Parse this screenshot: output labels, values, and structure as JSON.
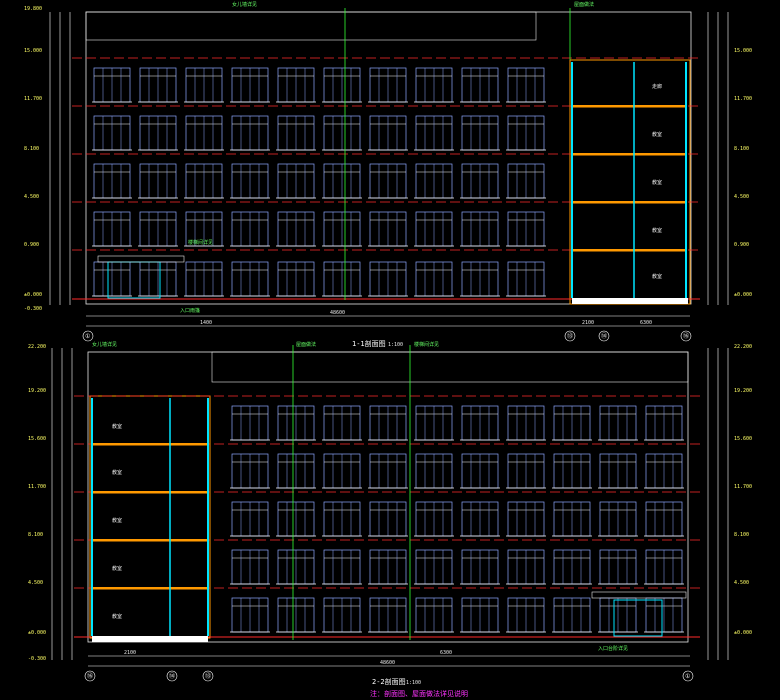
{
  "colors": {
    "background": "#000000",
    "outline": "#e8e8e8",
    "window": "#8fa8ff",
    "window_bar": "#ffffff",
    "floor_line": "#ff2a2a",
    "dimension": "#ffffff",
    "level_text": "#ffff66",
    "leader": "#33ff33",
    "column": "#00e5ff",
    "slab_section": "#ff9900",
    "beam": "#ff55ff",
    "note": "#ff33ff"
  },
  "sections": [
    {
      "title": "1-1剖面图",
      "scale": "1:100",
      "axes": [
        "①",
        "⑬",
        "⑭",
        "⑯"
      ],
      "levels": [
        "19.800",
        "15.000",
        "11.700",
        "8.100",
        "4.500",
        "0.900",
        "±0.000",
        "-0.300"
      ],
      "overall_dim": "48600",
      "sub_dims": [
        "2100",
        "6300",
        "1400"
      ],
      "room_labels": [
        "走廊",
        "教室",
        "教室",
        "教室",
        "教室"
      ],
      "callouts": [
        "女儿墙详见",
        "屋面做法",
        "楼梯间详见",
        "入口雨篷"
      ]
    },
    {
      "title": "2-2剖面图",
      "scale": "1:100",
      "axes": [
        "⑯",
        "⑭",
        "⑬",
        "①"
      ],
      "levels": [
        "22.200",
        "19.200",
        "15.600",
        "11.700",
        "8.100",
        "4.500",
        "±0.000",
        "-0.300"
      ],
      "overall_dim": "48600",
      "sub_dims": [
        "2100",
        "6300"
      ],
      "room_labels": [
        "教室",
        "教室",
        "教室",
        "教室",
        "教室"
      ],
      "callouts": [
        "女儿墙详见",
        "屋面做法",
        "楼梯间详见",
        "入口台阶详见"
      ]
    }
  ],
  "footnote": "注：剖面图、屋面做法详见说明"
}
